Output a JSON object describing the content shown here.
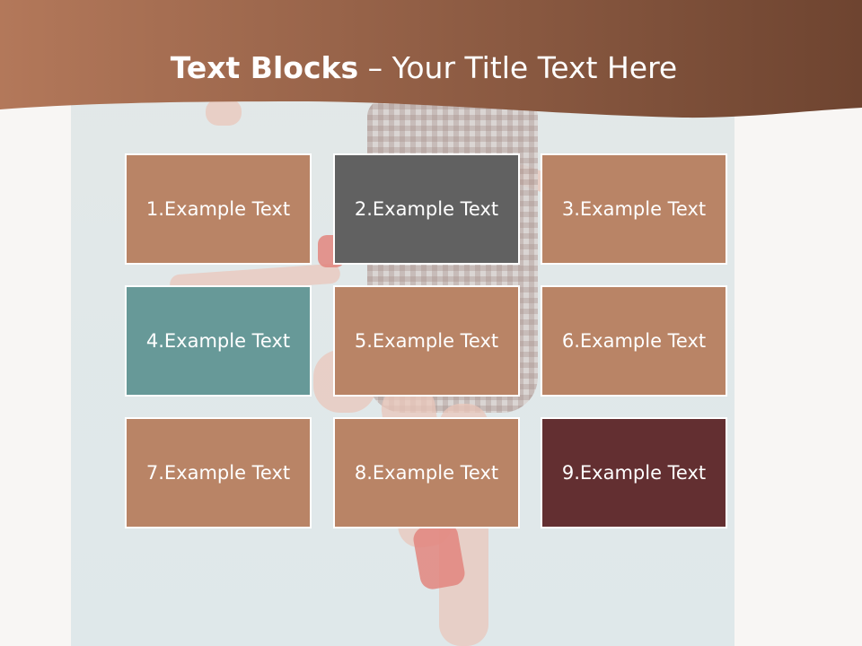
{
  "slide": {
    "title_bold": "Text Blocks",
    "title_dash": " – ",
    "title_rest": "Your Title Text Here"
  },
  "colors": {
    "band_start": "#b3785a",
    "band_end": "#6e4430",
    "block_default": "#b98466",
    "block_gray": "#616161",
    "block_teal": "#679998",
    "block_maroon": "#632f31"
  },
  "blocks": [
    {
      "label": "1.Example Text",
      "color": "#b98466"
    },
    {
      "label": "2.Example Text",
      "color": "#616161"
    },
    {
      "label": "3.Example Text",
      "color": "#b98466"
    },
    {
      "label": "4.Example Text",
      "color": "#679998"
    },
    {
      "label": "5.Example Text",
      "color": "#b98466"
    },
    {
      "label": "6.Example Text",
      "color": "#b98466"
    },
    {
      "label": "7.Example Text",
      "color": "#b98466"
    },
    {
      "label": "8.Example Text",
      "color": "#b98466"
    },
    {
      "label": "9.Example Text",
      "color": "#632f31"
    }
  ]
}
